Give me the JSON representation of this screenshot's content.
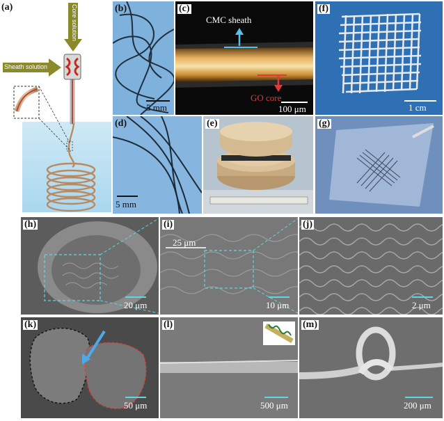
{
  "panels": {
    "a": {
      "label": "(a)",
      "core_label": "Core solution",
      "sheath_label": "Sheath solution"
    },
    "b": {
      "label": "(b)",
      "scale": "5 mm"
    },
    "c": {
      "label": "(c)",
      "scale": "100 μm",
      "sheath_label": "CMC sheath",
      "core_label": "GO core"
    },
    "d": {
      "label": "(d)",
      "scale": "5 mm"
    },
    "e": {
      "label": "(e)"
    },
    "f": {
      "label": "(f)",
      "scale": "1 cm"
    },
    "g": {
      "label": "(g)"
    },
    "h": {
      "label": "(h)",
      "scale": "20 μm"
    },
    "i": {
      "label": "(i)",
      "scale": "10 μm",
      "inset_scale": "25 μm"
    },
    "j": {
      "label": "(j)",
      "scale": "2 μm"
    },
    "k": {
      "label": "(k)",
      "scale": "50 μm"
    },
    "l": {
      "label": "(l)",
      "scale": "500 μm"
    },
    "m": {
      "label": "(m)",
      "scale": "200 μm"
    }
  },
  "colors": {
    "olive_arrow": "#8a8a2a",
    "cyan_dash": "#5fd7e0",
    "sheath_arrow": "#4fc3e8",
    "core_arrow": "#e23a3a"
  }
}
